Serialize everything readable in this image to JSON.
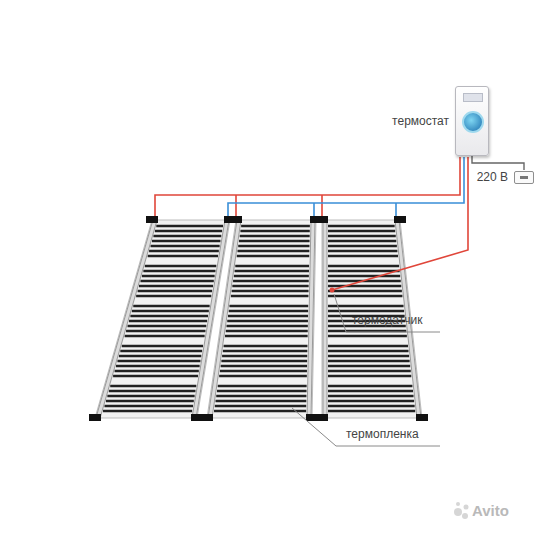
{
  "diagram": {
    "nodes": [
      {
        "text": [
          "термостат"
        ]
      },
      {
        "text": [
          "220 В"
        ]
      }
    ],
    "edges": [
      {
        "from": 0,
        "to": 1,
        "arrow": "none"
      }
    ],
    "labels": [
      "термодатчик",
      "термопленка",
      "Avito"
    ]
  }
}
